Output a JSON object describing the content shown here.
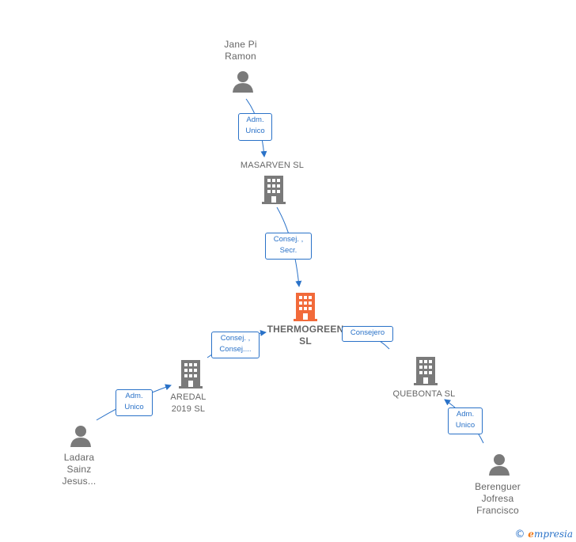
{
  "nodes": {
    "jane": {
      "name_line1": "Jane Pi",
      "name_line2": "Ramon"
    },
    "masarven": {
      "name": "MASARVEN  SL"
    },
    "thermogreen": {
      "name_line1": "THERMOGREEN",
      "name_line2": "SL"
    },
    "aredal": {
      "name_line1": "AREDAL",
      "name_line2": "2019  SL"
    },
    "quebonta": {
      "name": "QUEBONTA  SL"
    },
    "ladara": {
      "name_line1": "Ladara",
      "name_line2": "Sainz",
      "name_line3": "Jesus..."
    },
    "berenguer": {
      "name_line1": "Berenguer",
      "name_line2": "Jofresa",
      "name_line3": "Francisco"
    }
  },
  "edges": {
    "jane_masarven": {
      "line1": "Adm.",
      "line2": "Unico"
    },
    "masarven_thermo": {
      "line1": "Consej. ,",
      "line2": "Secr."
    },
    "aredal_thermo": {
      "line1": "Consej. ,",
      "line2": "Consej...."
    },
    "thermo_quebonta": {
      "line1": "Consejero"
    },
    "ladara_aredal": {
      "line1": "Adm.",
      "line2": "Unico"
    },
    "berenguer_quebonta": {
      "line1": "Adm.",
      "line2": "Unico"
    }
  },
  "footer": {
    "copyright": "©",
    "brand_initial": "e",
    "brand_rest": "mpresia"
  },
  "colors": {
    "edge": "#2a72c8",
    "company": "#7a7a7a",
    "main_company": "#f26a3a",
    "person": "#7a7a7a"
  }
}
